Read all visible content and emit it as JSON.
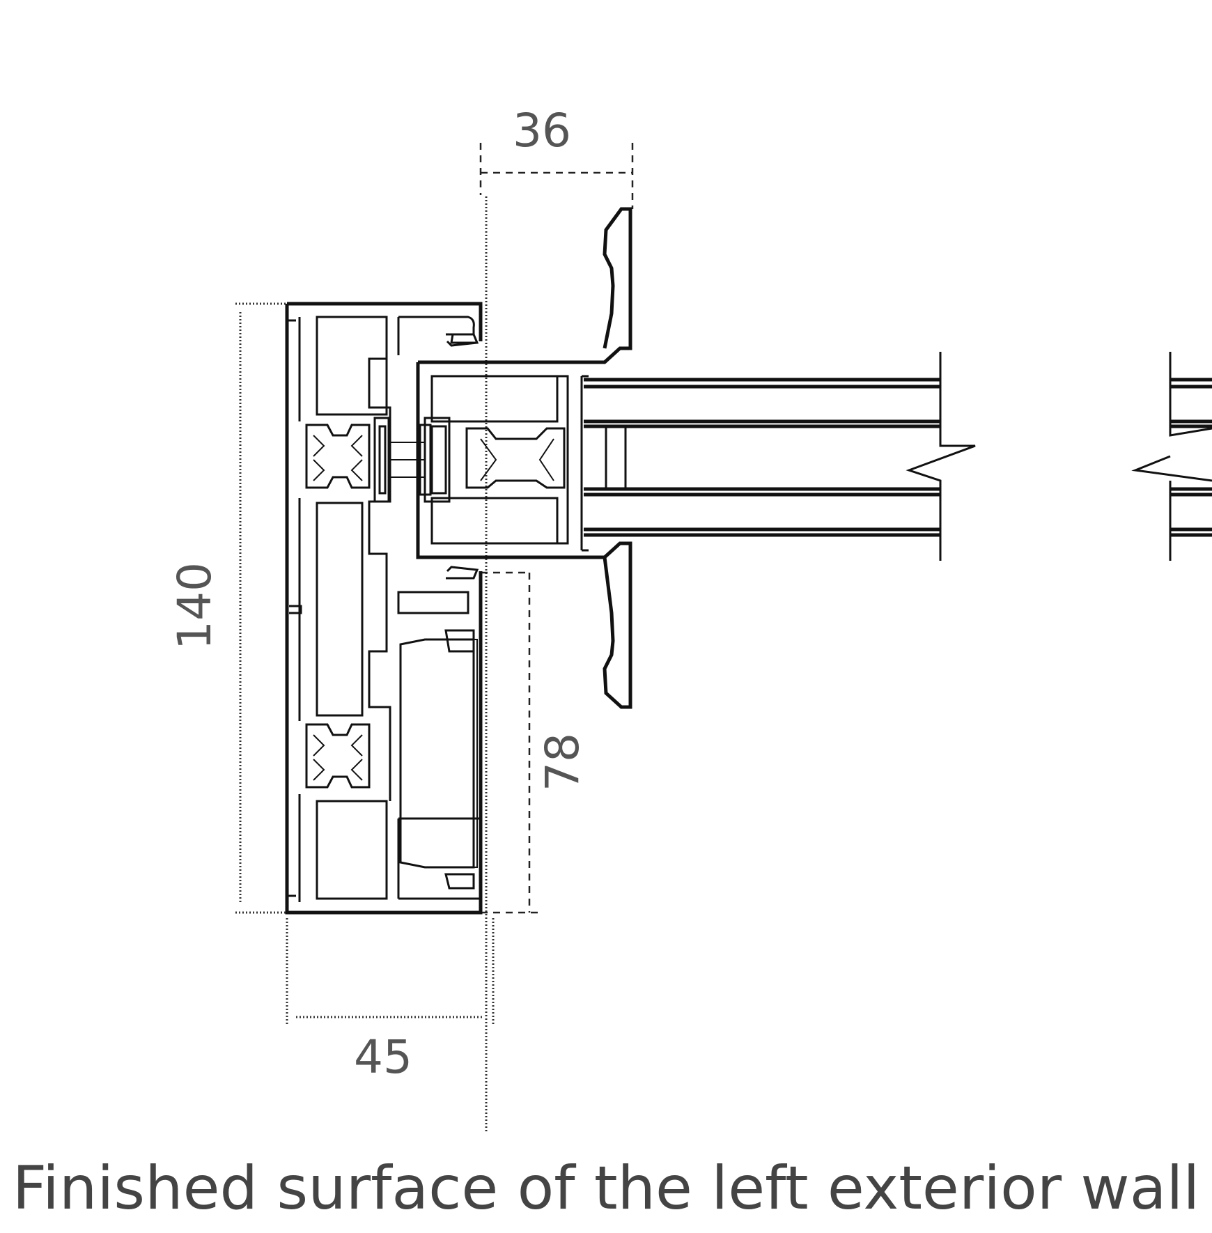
{
  "dimensions": {
    "width_top": "36",
    "height_total": "140",
    "height_lower": "78",
    "width_bottom": "45"
  },
  "caption": "Finished surface of the left exterior wall"
}
